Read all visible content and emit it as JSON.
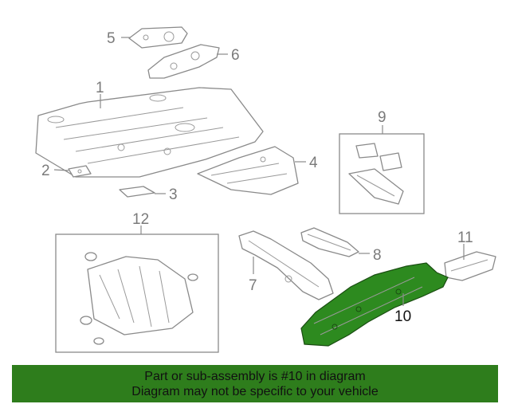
{
  "diagram": {
    "callouts": {
      "c1": "1",
      "c2": "2",
      "c3": "3",
      "c4": "4",
      "c5": "5",
      "c6": "6",
      "c7": "7",
      "c8": "8",
      "c9": "9",
      "c10": "10",
      "c11": "11",
      "c12": "12"
    },
    "highlighted_part": "10",
    "highlight_color": "#2d8a1f"
  },
  "banner": {
    "line1": "Part or sub-assembly is #10 in diagram",
    "line2": "Diagram may not be specific to your vehicle",
    "background": "#2e7d1c"
  }
}
